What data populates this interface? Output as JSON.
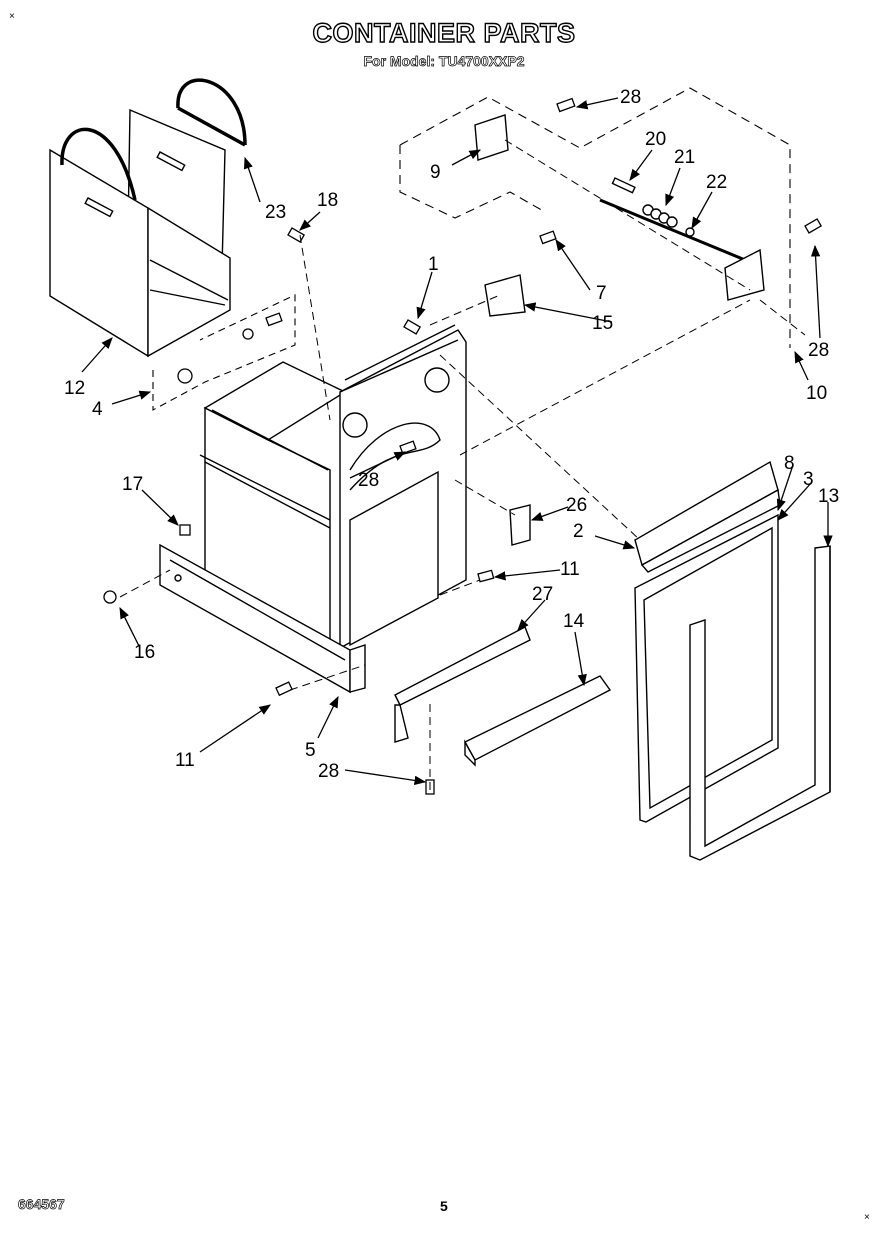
{
  "header": {
    "title": "CONTAINER PARTS",
    "subtitle": "For Model: TU4700XXP2"
  },
  "corner_marks": {
    "top_left": "×",
    "bottom_right": "×"
  },
  "footer": {
    "document_id": "664567",
    "page_number": "5"
  },
  "callouts": {
    "c1": "1",
    "c2": "2",
    "c3": "3",
    "c4": "4",
    "c5": "5",
    "c7": "7",
    "c8": "8",
    "c9": "9",
    "c10": "10",
    "c11a": "11",
    "c11b": "11",
    "c12": "12",
    "c13": "13",
    "c14": "14",
    "c15": "15",
    "c16": "16",
    "c17": "17",
    "c18": "18",
    "c20": "20",
    "c21": "21",
    "c22": "22",
    "c23": "23",
    "c26": "26",
    "c27": "27",
    "c28a": "28",
    "c28b": "28",
    "c28c": "28",
    "c28d": "28"
  }
}
